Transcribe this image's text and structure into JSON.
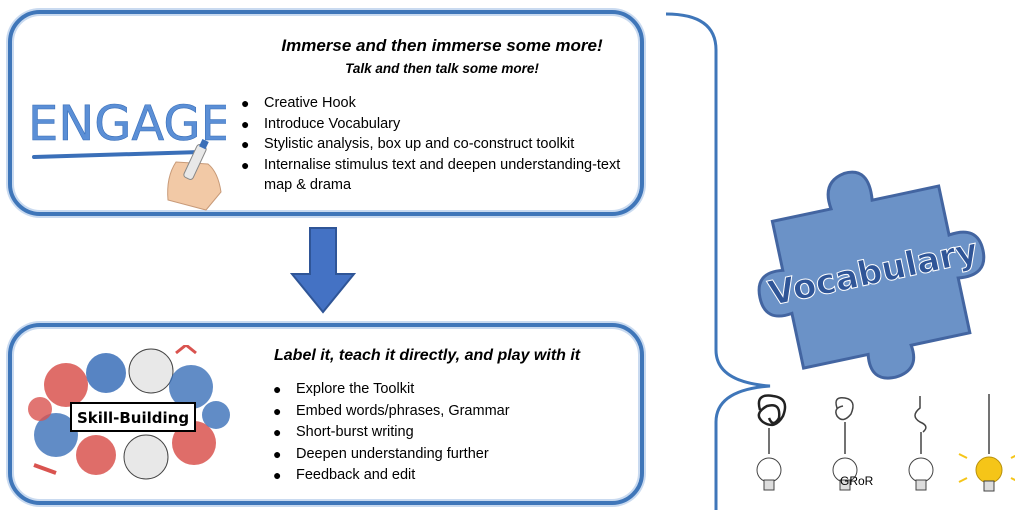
{
  "engage": {
    "art_word": "ENGAGE",
    "title": "Immerse and then immerse some more!",
    "subtitle": "Talk and then talk some more!",
    "bullets": [
      "Creative Hook",
      "Introduce Vocabulary",
      "Stylistic analysis, box up and co-construct toolkit",
      "Internalise stimulus text and deepen understanding-text map & drama"
    ]
  },
  "skill": {
    "art_word": "Skill-Building",
    "title": "Label it, teach it directly, and play with it",
    "bullets": [
      "Explore the Toolkit",
      "Embed words/phrases, Grammar",
      "Short-burst writing",
      "Deepen understanding further",
      "Feedback and edit"
    ]
  },
  "vocabulary_label": "Vocabulary",
  "gror_label": "GRoR",
  "colors": {
    "panel_border": "#3f76b9",
    "arrow": "#4472c4",
    "puzzle": "#5b87c2",
    "bulb_on": "#f5c518"
  }
}
